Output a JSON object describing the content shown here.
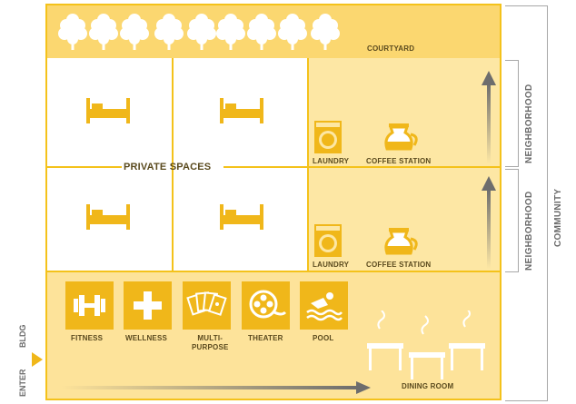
{
  "labels": {
    "courtyard": "COURTYARD",
    "private_spaces": "PRIVATE SPACES",
    "laundry_1": "LAUNDRY",
    "coffee_1": "COFFEE STATION",
    "laundry_2": "LAUNDRY",
    "coffee_2": "COFFEE STATION",
    "neighborhood_1": "NEIGHBORHOOD",
    "neighborhood_2": "NEIGHBORHOOD",
    "community": "COMMUNITY",
    "dining_room": "DINING ROOM",
    "enter": "ENTER",
    "bldg": "BLDG"
  },
  "amenities": [
    {
      "label": "FITNESS",
      "icon": "dumbbell-icon"
    },
    {
      "label": "WELLNESS",
      "icon": "plus-cross-icon"
    },
    {
      "label": "MULTI-\nPURPOSE",
      "icon": "cards-icon"
    },
    {
      "label": "THEATER",
      "icon": "film-reel-icon"
    },
    {
      "label": "POOL",
      "icon": "swimmer-icon"
    }
  ],
  "colors": {
    "accent": "#f0b71a",
    "border": "#f4c21b",
    "courtyard": "#fbd770",
    "shared": "#fde7a4",
    "arrow": "#6d6d6d"
  }
}
